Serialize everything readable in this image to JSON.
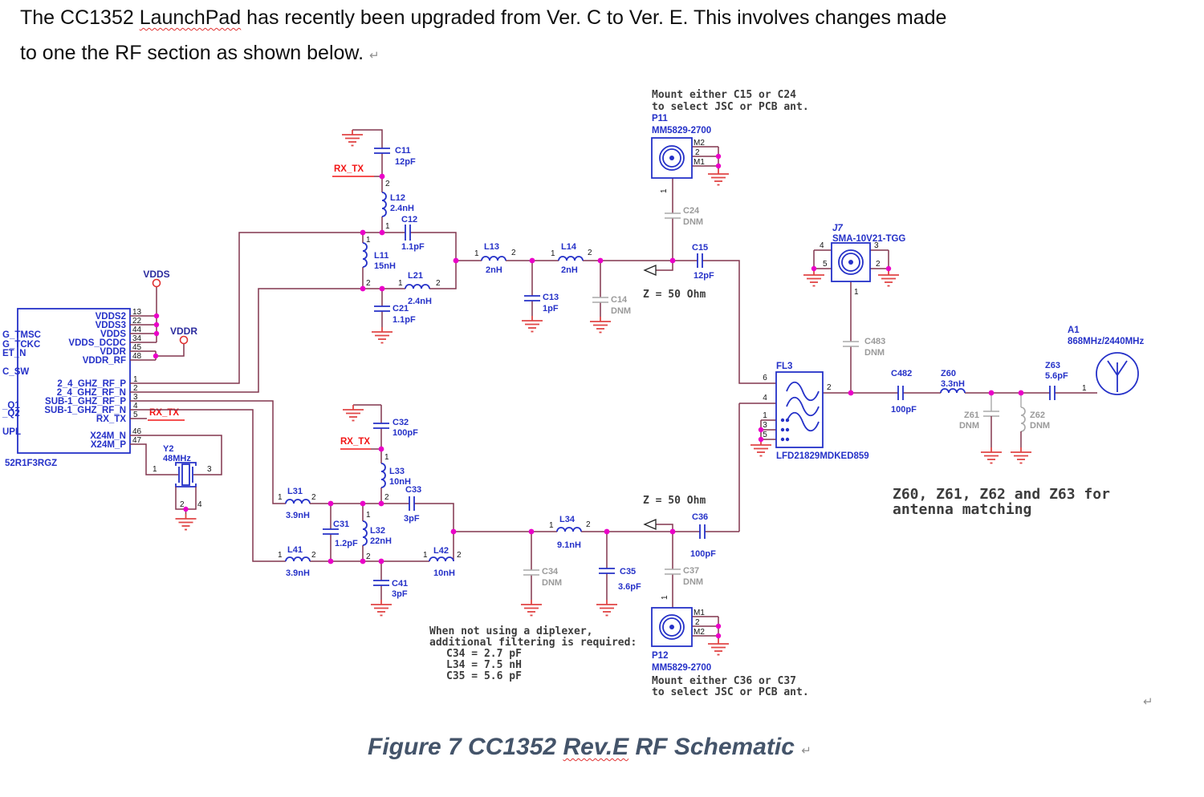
{
  "header": {
    "t1a": "The CC1352 ",
    "t1b": "LaunchPad",
    "t1c": " has recently been upgraded from Ver. C to Ver. E.  This involves changes made",
    "t2": "to one the RF section as shown below."
  },
  "caption": {
    "a": "Figure 7 CC1352 ",
    "b": "Rev.E",
    "c": " RF Schematic"
  },
  "marks": {
    "ret": "↵"
  },
  "ic": {
    "part": "52R1F3RGZ",
    "left_labels": [
      "G_TMSC",
      "G_TCKC",
      "ET_N",
      "C_SW",
      "_Q1",
      "_Q2",
      "UPL"
    ],
    "pins_power": [
      [
        "13",
        "VDDS2"
      ],
      [
        "22",
        "VDDS3"
      ],
      [
        "44",
        "VDDS"
      ],
      [
        "34",
        "VDDS_DCDC"
      ],
      [
        "45",
        "VDDR"
      ],
      [
        "48",
        "VDDR_RF"
      ]
    ],
    "pins_rf": [
      [
        "1",
        "2_4_GHZ_RF_P"
      ],
      [
        "2",
        "2_4_GHZ_RF_N"
      ],
      [
        "3",
        "SUB-1_GHZ_RF_P"
      ],
      [
        "4",
        "SUB-1_GHZ_RF_N"
      ],
      [
        "5",
        "RX_TX"
      ]
    ],
    "pins_xtal": [
      [
        "46",
        "X24M_N"
      ],
      [
        "47",
        "X24M_P"
      ]
    ]
  },
  "nets": {
    "rx_tx": "RX_TX",
    "vdds": "VDDS",
    "vddr": "VDDR"
  },
  "pins": {
    "n1": "1",
    "n2": "2",
    "n3": "3",
    "n4": "4",
    "n5": "5",
    "n6": "6",
    "m1": "M1",
    "m2": "M2"
  },
  "parts": {
    "C11": [
      "C11",
      "12pF"
    ],
    "L12": [
      "L12",
      "2.4nH"
    ],
    "C12": [
      "C12",
      "1.1pF"
    ],
    "L11": [
      "L11",
      "15nH"
    ],
    "L21": [
      "L21",
      "2.4nH"
    ],
    "C21": [
      "C21",
      "1.1pF"
    ],
    "L13": [
      "L13",
      "2nH"
    ],
    "L14": [
      "L14",
      "2nH"
    ],
    "C13": [
      "C13",
      "1pF"
    ],
    "C14": [
      "C14",
      "DNM"
    ],
    "C15": [
      "C15",
      "12pF"
    ],
    "C24": [
      "C24",
      "DNM"
    ],
    "P11": [
      "P11",
      "MM5829-2700"
    ],
    "J7": [
      "J7",
      "SMA-10V21-TGG"
    ],
    "C483": [
      "C483",
      "DNM"
    ],
    "FL3": [
      "FL3",
      "LFD21829MDKED859"
    ],
    "C482": [
      "C482",
      "100pF"
    ],
    "Z60": [
      "Z60",
      "3.3nH"
    ],
    "Z61": [
      "Z61",
      "DNM"
    ],
    "Z62": [
      "Z62",
      "DNM"
    ],
    "Z63": [
      "Z63",
      "5.6pF"
    ],
    "A1": [
      "A1",
      "868MHz/2440MHz"
    ],
    "C32": [
      "C32",
      "100pF"
    ],
    "L33": [
      "L33",
      "10nH"
    ],
    "C33": [
      "C33",
      "3pF"
    ],
    "L31": [
      "L31",
      "3.9nH"
    ],
    "C31": [
      "C31",
      "1.2pF"
    ],
    "L32": [
      "L32",
      "22nH"
    ],
    "L41": [
      "L41",
      "3.9nH"
    ],
    "L42": [
      "L42",
      "10nH"
    ],
    "C41": [
      "C41",
      "3pF"
    ],
    "C34": [
      "C34",
      "DNM"
    ],
    "L34": [
      "L34",
      "9.1nH"
    ],
    "C35": [
      "C35",
      "3.6pF"
    ],
    "C36": [
      "C36",
      "100pF"
    ],
    "C37": [
      "C37",
      "DNM"
    ],
    "P12": [
      "P12",
      "MM5829-2700"
    ],
    "Y2": [
      "Y2",
      "48MHz"
    ]
  },
  "notes": {
    "mount_top1": "Mount either C15 or C24",
    "mount_top2": "to select JSC or PCB ant.",
    "mount_bot1": "Mount either C36 or C37",
    "mount_bot2": "to select JSC or PCB ant.",
    "z50": "Z = 50 Ohm",
    "dip1": "When not using a diplexer,",
    "dip2": "additional filtering is required:",
    "dip3": "C34 = 2.7 pF",
    "dip4": "L34 = 7.5 nH",
    "dip5": "C35 = 5.6 pF",
    "match1": "Z60, Z61, Z62 and Z63 for",
    "match2": "antenna matching"
  }
}
